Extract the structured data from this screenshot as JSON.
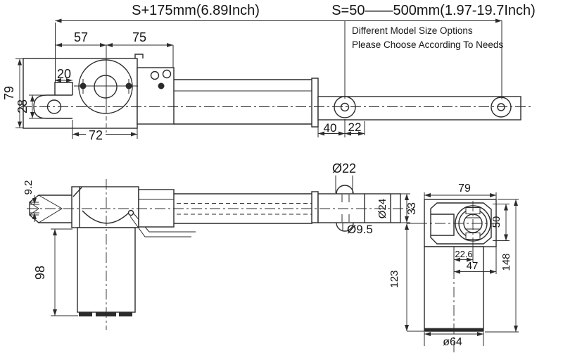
{
  "titles": {
    "body_length": "S+175mm(6.89Inch)",
    "stroke_range": "S=50——500mm(1.97-19.7Inch)"
  },
  "note_box": {
    "line1": "Different Model Size Options",
    "line2": "Please Choose According To Needs"
  },
  "top_view": {
    "d57": "57",
    "d75": "75",
    "d20": "20",
    "d79": "79",
    "d28": "28",
    "d72": "72",
    "d40": "40",
    "d22": "22"
  },
  "side_view": {
    "d9_2": "9.2",
    "d98": "98",
    "dia22": "Ø22",
    "dia24": "Ø24",
    "dia9_5": "Ø9.5",
    "d33": "33"
  },
  "end_view": {
    "d79": "79",
    "d50": "50",
    "d22_6": "22.6",
    "d47": "47",
    "d123": "123",
    "d148": "148",
    "dia64": "ø64"
  },
  "colors": {
    "line": "#2b2b2b",
    "text": "#151515",
    "background": "#ffffff"
  }
}
